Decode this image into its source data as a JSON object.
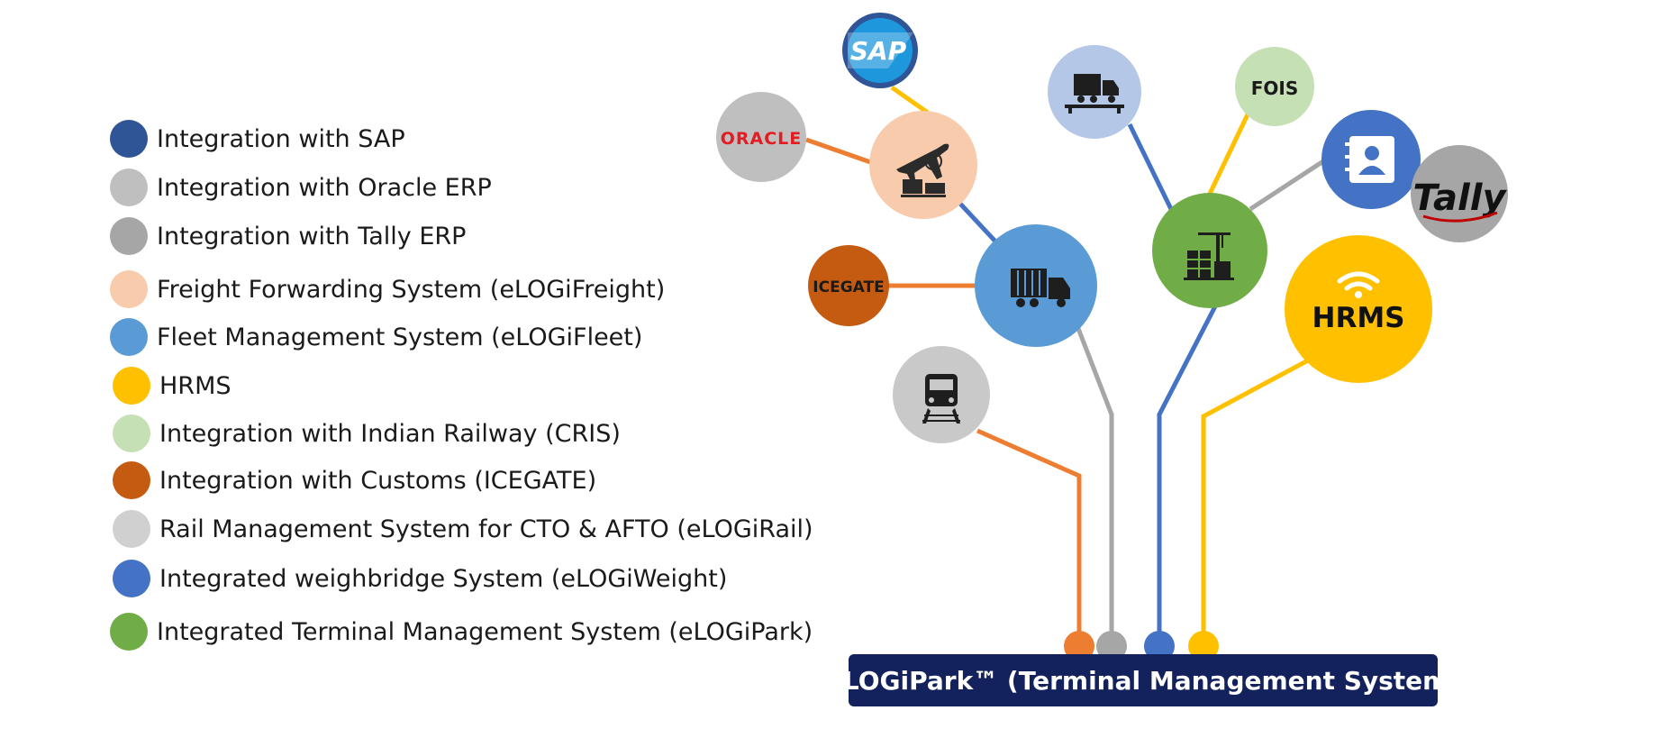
{
  "legend": [
    {
      "label": "Integration with SAP",
      "color": "#2f5597"
    },
    {
      "label": "Integration with Oracle ERP",
      "color": "#bfbfbf"
    },
    {
      "label": "Integration with Tally ERP",
      "color": "#a6a6a6"
    },
    {
      "label": "Freight Forwarding System (eLOGiFreight)",
      "color": "#f8cbad"
    },
    {
      "label": "Fleet Management System (eLOGiFleet)",
      "color": "#5b9bd5"
    },
    {
      "label": "HRMS",
      "color": "#ffc000"
    },
    {
      "label": "Integration with Indian Railway (CRIS)",
      "color": "#c5e0b4"
    },
    {
      "label": "Integration with Customs (ICEGATE)",
      "color": "#c55a11"
    },
    {
      "label": "Rail Management System for CTO & AFTO (eLOGiRail)",
      "color": "#d0d0d0"
    },
    {
      "label": "Integrated weighbridge System (eLOGiWeight)",
      "color": "#4472c4"
    },
    {
      "label": "Integrated Terminal Management System (eLOGiPark)",
      "color": "#70ad47"
    }
  ],
  "nodes": {
    "sap": {
      "text": "SAP",
      "color": "#2f5597"
    },
    "oracle": {
      "text": "ORACLE",
      "color": "#bfbfbf"
    },
    "freight": {
      "color": "#f8cbad"
    },
    "icegate": {
      "text": "ICEGATE",
      "color": "#c55a11"
    },
    "fleet": {
      "color": "#5b9bd5"
    },
    "rail": {
      "color": "#c9c9c9"
    },
    "weighbridge": {
      "color": "#b4c7e7"
    },
    "fois": {
      "text": "FOIS",
      "color": "#c5e0b4"
    },
    "terminal": {
      "color": "#70ad47"
    },
    "hrms_contact": {
      "color": "#4472c4"
    },
    "tally": {
      "text": "Tally",
      "color": "#a6a6a6"
    },
    "hrms": {
      "text": "HRMS",
      "color": "#ffc000"
    }
  },
  "base": {
    "title": "eLOGiPark™ (Terminal  Management System)"
  }
}
